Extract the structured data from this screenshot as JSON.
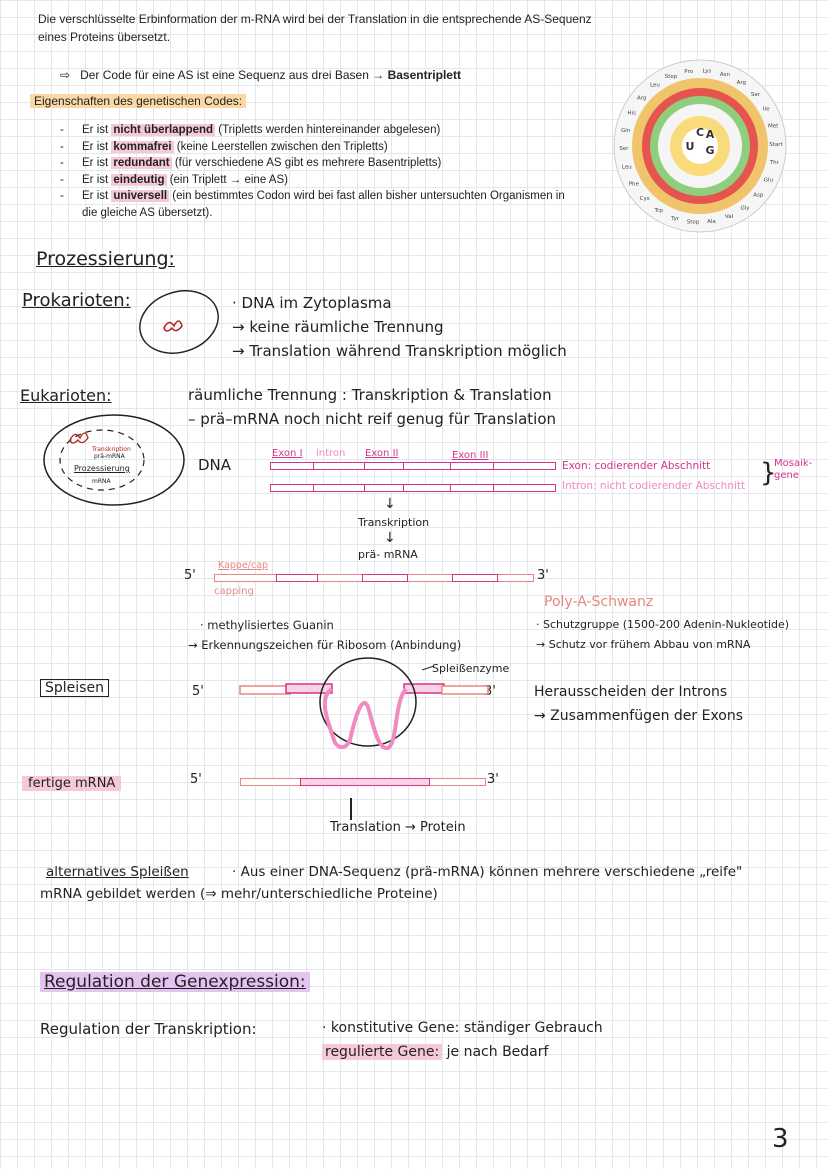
{
  "intro": {
    "line1": "Die verschlüsselte Erbinformation der m-RNA wird bei der Translation in die entsprechende AS-Sequenz",
    "line2": "eines Proteins übersetzt."
  },
  "code_line": {
    "arrow": "⇨",
    "text": "Der Code für eine AS ist eine Sequenz aus drei Basen →",
    "bold": "Basentriplett"
  },
  "properties": {
    "heading": "Eigenschaften des genetischen Codes:",
    "items": [
      {
        "pre": "Er ist ",
        "key": "nicht überlappend",
        "post": " (Tripletts werden hintereinander abgelesen)"
      },
      {
        "pre": "Er ist ",
        "key": "kommafrei",
        "post": " (keine Leerstellen zwischen den Tripletts)"
      },
      {
        "pre": "Er ist ",
        "key": "redundant",
        "post": " (für verschiedene AS gibt es mehrere Basentripletts)"
      },
      {
        "pre": "Er ist ",
        "key": "eindeutig",
        "post": " (ein Triplett → eine AS)"
      },
      {
        "pre": "Er ist ",
        "key": "universell",
        "post": " (ein bestimmtes Codon wird bei fast allen bisher untersuchten Organismen in"
      }
    ],
    "last_cont": "die gleiche AS übersetzt)."
  },
  "code_sun": {
    "inner": [
      "U",
      "C",
      "A",
      "G"
    ],
    "ring_labels": [
      "Pro",
      "Lys",
      "Asn",
      "Arg",
      "Ser",
      "Ile",
      "Met",
      "Start",
      "Thr",
      "Glu",
      "Asp",
      "Gly",
      "Val",
      "Ala",
      "Stop",
      "Tyr",
      "Trp",
      "Cys",
      "Phe",
      "Leu",
      "Ser",
      "Gln",
      "His",
      "Arg",
      "Leu",
      "Stop"
    ]
  },
  "processing": {
    "title": "Prozessierung:",
    "prokaryoten_label": "Prokarioten:",
    "prok_lines": [
      "· DNA im Zytoplasma",
      "→ keine räumliche Trennung",
      "→ Translation während Transkription möglich"
    ],
    "eukaryoten_label": "Eukarioten:",
    "euk_lines": [
      "räumliche Trennung : Transkription & Translation",
      "– prä–mRNA noch nicht reif genug für Translation"
    ],
    "cell_labels": [
      "Transkription",
      "prä-mRNA",
      "Prozessierung",
      "mRNA"
    ],
    "dna_label": "DNA",
    "exon1": "Exon I",
    "intron": "intron",
    "exon2": "Exon II",
    "exon3": "Exon III",
    "exon_def": "Exon: codierender Abschnitt",
    "intron_def": "Intron: nicht codierender Abschnitt",
    "mosaik": "Mosaik-\ngene",
    "transkription": "Transkription",
    "pra_mrna": "prä- mRNA",
    "kappe": "Kappe/cap",
    "capping": "capping",
    "five": "5'",
    "three": "3'",
    "polya": "Poly-A-Schwanz",
    "polya_lines": [
      "· Schutzgruppe (1500-200 Adenin-Nukleotide)",
      "→ Schutz vor frühem Abbau von mRNA"
    ],
    "guanin_lines": [
      "· methylisiertes Guanin",
      "→ Erkennungszeichen für Ribosom (Anbindung)"
    ],
    "spleisen": "Spleisen",
    "spleissenzyme": "Spleißenzyme",
    "spleis_lines": [
      "Herausscheiden der Introns",
      "→ Zusammenfügen der Exons"
    ],
    "fertige": "fertige mRNA",
    "translation": "Translation → Protein",
    "alt_label": "alternatives Spleißen",
    "alt_text1": "· Aus einer DNA-Sequenz (prä-mRNA) können mehrere verschiedene „reife\"",
    "alt_text2": "mRNA gebildet werden (⇒ mehr/unterschiedliche Proteine)"
  },
  "regulation": {
    "title": "Regulation der Genexpression:",
    "sub": "Regulation der Transkription:",
    "line1": "· konstitutive Gene: ständiger Gebrauch",
    "line2_key": "regulierte Gene:",
    "line2_rest": " je nach Bedarf"
  },
  "page_number": "3",
  "colors": {
    "pink": "#d63384",
    "salmon": "#e8877f",
    "highlight_pink": "#f6c9d8",
    "highlight_orange": "#fbd7a5",
    "purple_highlight": "#e4c3f0"
  }
}
